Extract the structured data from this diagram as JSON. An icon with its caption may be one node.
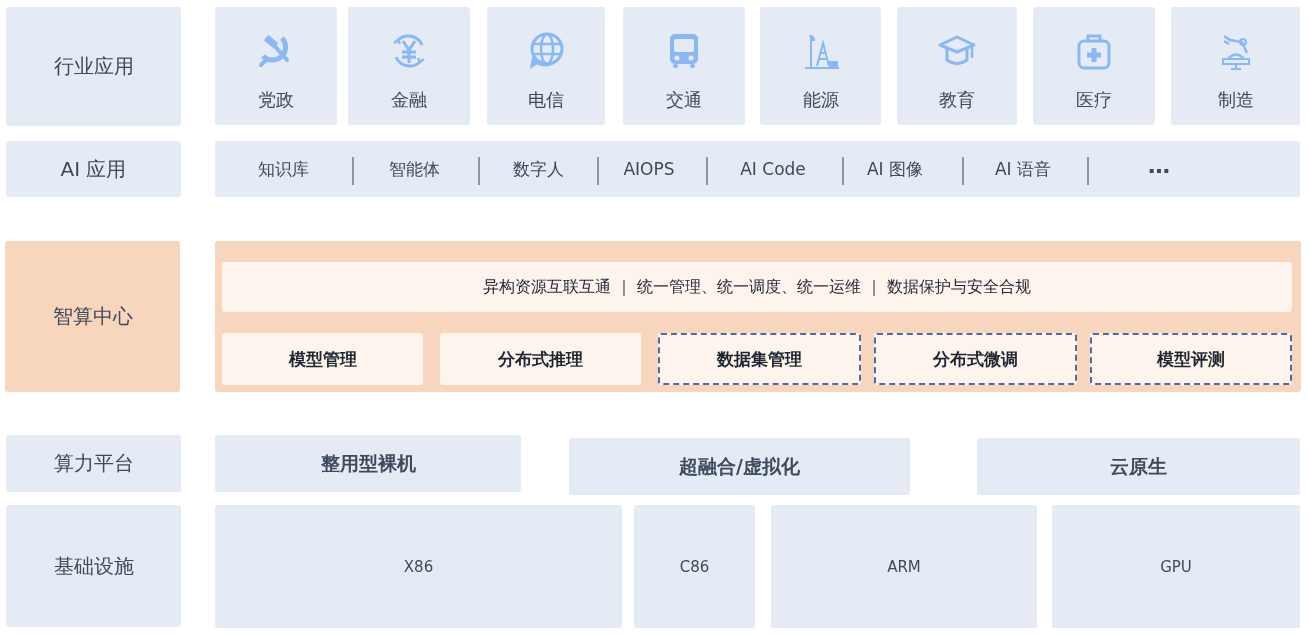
{
  "diagram": {
    "nodes": [
      {
        "text": [
          "行业应用"
        ]
      },
      {
        "text": [
          "党政"
        ]
      },
      {
        "text": [
          "金融"
        ]
      },
      {
        "text": [
          "电信"
        ]
      },
      {
        "text": [
          "交通"
        ]
      },
      {
        "text": [
          "能源"
        ]
      },
      {
        "text": [
          "教育"
        ]
      },
      {
        "text": [
          "医疗"
        ]
      },
      {
        "text": [
          "制造"
        ]
      },
      {
        "text": [
          "AI 应用"
        ]
      },
      {
        "text": [
          "知识库",
          "智能体",
          "数字人",
          "AIOPS",
          "AI Code",
          "AI 图像",
          "AI 语音",
          "…"
        ]
      },
      {
        "text": [
          "智算中心"
        ]
      },
      {
        "text": [],
        "shape": "box"
      },
      {
        "text": [
          "异构资源互联互通 ｜ 统一管理、统一调度、统一运维 ｜ 数据保护与安全合规"
        ],
        "in": 12
      },
      {
        "text": [
          "模型管理"
        ],
        "in": 12
      },
      {
        "text": [
          "分布式推理"
        ],
        "in": 12
      },
      {
        "text": [
          "数据集管理"
        ],
        "in": 12
      },
      {
        "text": [
          "分布式微调"
        ],
        "in": 12
      },
      {
        "text": [
          "模型评测"
        ],
        "in": 12
      },
      {
        "text": [
          "算力平台"
        ]
      },
      {
        "text": [
          "整用型裸机"
        ]
      },
      {
        "text": [
          "超融合/虚拟化"
        ]
      },
      {
        "text": [
          "云原生"
        ]
      },
      {
        "text": [
          "基础设施"
        ]
      },
      {
        "text": [
          "X86"
        ]
      },
      {
        "text": [
          "C86"
        ]
      },
      {
        "text": [
          "ARM"
        ]
      },
      {
        "text": [
          "GPU"
        ]
      }
    ]
  }
}
